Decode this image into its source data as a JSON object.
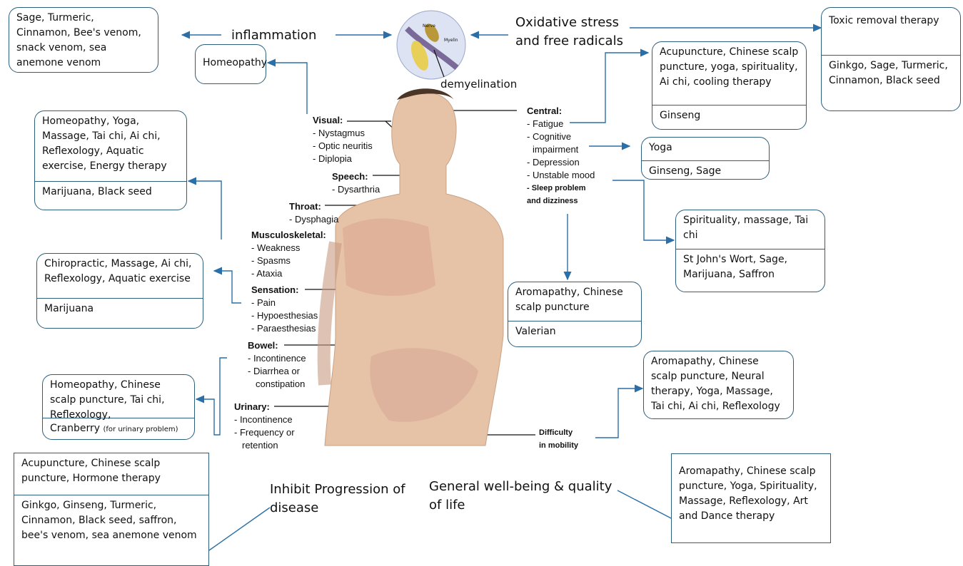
{
  "top": {
    "inflammation": "inflammation",
    "oxidative": "Oxidative stress and free radicals",
    "demyelination": "demyelination",
    "nerve_labels": {
      "nerve": "Nerve",
      "myelin": "Myelin"
    },
    "inflammation_box": "Sage, Turmeric, Cinnamon, Bee's venom, snack venom, sea anemone venom",
    "homeopathy_box": "Homeopathy",
    "toxic_box": {
      "top": "Toxic removal therapy",
      "bottom": "Ginkgo, Sage, Turmeric, Cinnamon, Black seed"
    }
  },
  "symptoms": {
    "visual": {
      "head": "Visual:",
      "items": [
        "- Nystagmus",
        "- Optic neuritis",
        "- Diplopia"
      ]
    },
    "speech": {
      "head": "Speech:",
      "items": [
        "- Dysarthria"
      ]
    },
    "throat": {
      "head": "Throat:",
      "items": [
        "- Dysphagia"
      ]
    },
    "musculo": {
      "head": "Musculoskeletal:",
      "items": [
        "- Weakness",
        "- Spasms",
        "- Ataxia"
      ]
    },
    "sensation": {
      "head": "Sensation:",
      "items": [
        "- Pain",
        "- Hypoesthesias",
        "- Paraesthesias"
      ]
    },
    "bowel": {
      "head": "Bowel:",
      "items": [
        "- Incontinence",
        "- Diarrhea or",
        "constipation"
      ]
    },
    "urinary": {
      "head": "Urinary:",
      "items": [
        "- Incontinence",
        "- Frequency or",
        "retention"
      ]
    },
    "central": {
      "head": "Central:",
      "items": [
        "- Fatigue",
        "- Cognitive",
        "impairment",
        "- Depression",
        "- Unstable mood"
      ],
      "sleep": "- Sleep problem",
      "sleep2": "and dizziness"
    },
    "mobility": {
      "line1": "Difficulty",
      "line2": "in mobility"
    }
  },
  "boxes": {
    "musculo_box": {
      "top": "Homeopathy, Yoga, Massage, Tai chi, Ai chi, Reflexology, Aquatic exercise, Energy therapy",
      "bottom": "Marijuana, Black seed"
    },
    "sensation_box": {
      "top": "Chiropractic, Massage, Ai chi, Reflexology, Aquatic exercise",
      "bottom": "Marijuana"
    },
    "urinary_box": {
      "top": "Homeopathy, Chinese scalp puncture, Tai chi, Reflexology,",
      "bottom": "Cranberry",
      "bottom_note": "(for urinary problem)"
    },
    "fatigue_box": {
      "top": "Acupuncture, Chinese scalp puncture, yoga, spirituality, Ai chi, cooling therapy",
      "bottom": "Ginseng"
    },
    "cognitive_box": {
      "top": "Yoga",
      "bottom": "Ginseng, Sage"
    },
    "mood_box": {
      "top": "Spirituality, massage, Tai chi",
      "bottom": "St John's Wort, Sage, Marijuana, Saffron"
    },
    "sleep_box": {
      "top": "Aromapathy, Chinese scalp puncture",
      "bottom": "Valerian"
    },
    "mobility_box": "Aromapathy, Chinese scalp puncture, Neural therapy, Yoga, Massage, Tai chi, Ai chi, Reflexology",
    "progression_box": {
      "top": "Acupuncture, Chinese scalp puncture, Hormone therapy",
      "bottom": "Ginkgo, Ginseng, Turmeric, Cinnamon, Black seed, saffron, bee's venom, sea anemone venom"
    },
    "wellbeing_box": "Aromapathy, Chinese scalp puncture, Yoga, Spirituality, Massage, Reflexology, Art and Dance therapy"
  },
  "bottom": {
    "progression": "Inhibit Progression of disease",
    "wellbeing": "General well-being & quality of life"
  }
}
